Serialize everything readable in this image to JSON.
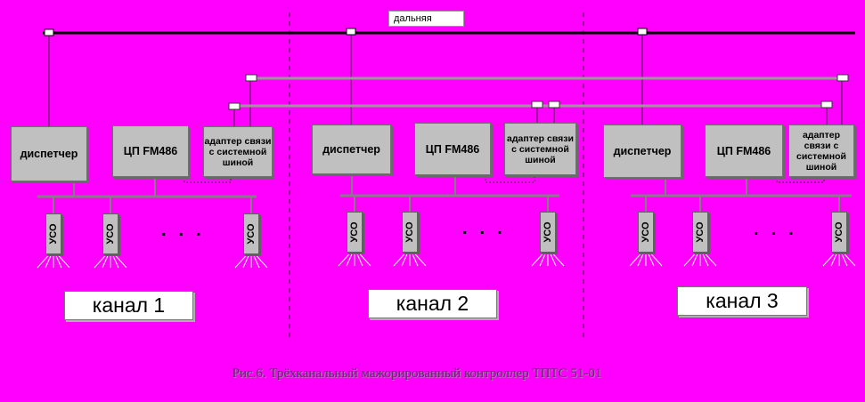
{
  "diagram": {
    "far_bus_label": "дальняя",
    "channels": [
      {
        "label": "канал 1",
        "dispatcher": "диспетчер",
        "cpu": "ЦП FM486",
        "adapter": "адаптер связи с системной шиной",
        "uso": [
          "УСО",
          "УСО",
          "УСО"
        ],
        "dots": "..."
      },
      {
        "label": "канал 2",
        "dispatcher": "диспетчер",
        "cpu": "ЦП FM486",
        "adapter": "адаптер связи с системной шиной",
        "uso": [
          "УСО",
          "УСО",
          "УСО"
        ],
        "dots": "..."
      },
      {
        "label": "канал 3",
        "dispatcher": "диспетчер",
        "cpu": "ЦП FM486",
        "adapter": "адаптер связи с системной шиной",
        "uso": [
          "УСО",
          "УСО",
          "УСО"
        ],
        "dots": "..."
      }
    ],
    "caption": "Рис.6. Трёхканальный мажорированный контроллер ТПТС 51-01"
  },
  "colors": {
    "background": "#ff00ff",
    "box_fill": "#c0c0c0",
    "far_bus": "#000000",
    "cross_bus": "#999999",
    "local_bus": "#808080"
  }
}
